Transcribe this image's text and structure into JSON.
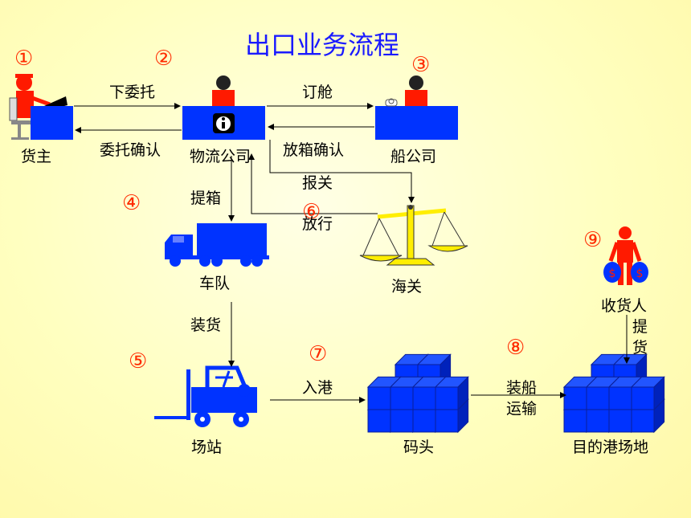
{
  "title": "出口业务流程",
  "step_numbers": [
    "①",
    "②",
    "③",
    "④",
    "⑤",
    "⑥",
    "⑦",
    "⑧",
    "⑨"
  ],
  "nodes": {
    "shipper": "货主",
    "logistics": "物流公司",
    "shipping_company": "船公司",
    "fleet": "车队",
    "customs": "海关",
    "yard": "场站",
    "wharf": "码头",
    "consignee": "收货人",
    "destination_yard": "目的港场地"
  },
  "flows": {
    "entrust": "下委托",
    "entrust_confirm": "委托确认",
    "booking": "订舱",
    "release_confirm": "放箱确认",
    "declare": "报关",
    "clearance": "放行",
    "pick_container": "提箱",
    "loading": "装货",
    "enter_port": "入港",
    "shipping_1": "装船",
    "shipping_2": "运输",
    "pickup_1": "提",
    "pickup_2": "货"
  },
  "colors": {
    "title": "#1a1aff",
    "step_number": "#ff2a00",
    "box_blue": "#0033ff",
    "person_red": "#ff1a00",
    "scale_yellow": "#ffee00"
  }
}
